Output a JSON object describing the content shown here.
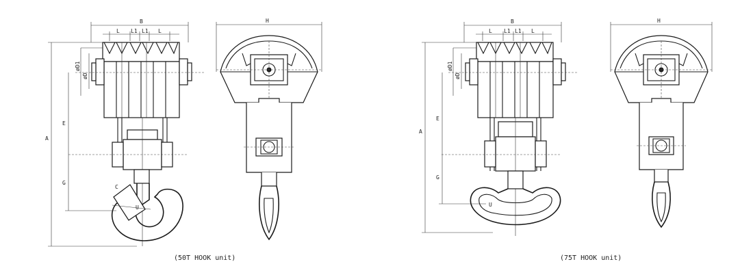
{
  "diagram": {
    "captions": {
      "left": "(50T HOOK unit)",
      "right": "(75T HOOK unit)"
    },
    "labels": {
      "B": "B",
      "H": "H",
      "L": "L",
      "L1": "L1",
      "A": "A",
      "E": "E",
      "G": "G",
      "D1": "øD1",
      "D": "øD",
      "U": "U"
    },
    "colors": {
      "ink": "#1a1a1a",
      "paper": "#ffffff"
    }
  }
}
